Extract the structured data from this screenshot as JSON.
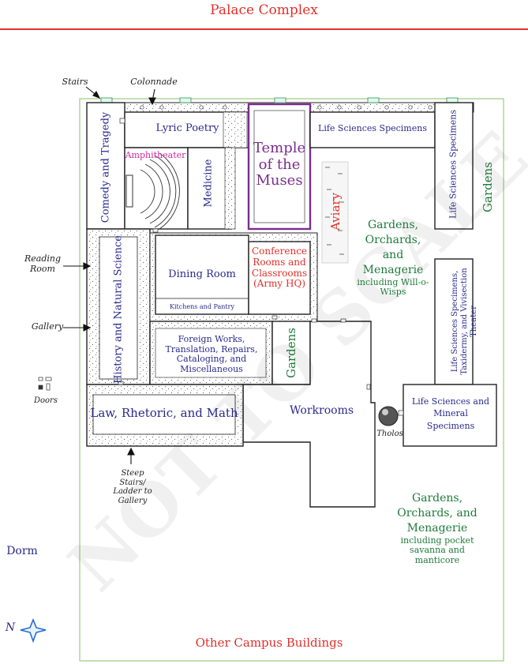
{
  "title": "Palace Complex",
  "watermark": "NOT TO SCALE",
  "compass_label": "N",
  "colors": {
    "blue": "#2a2a8c",
    "green": "#1e7a3a",
    "red": "#e0302a",
    "purple": "#7a2e8c",
    "magenta": "#d02aa0",
    "border": "#9ccc7a"
  },
  "labels": {
    "stairs": "Stairs",
    "colonnade": "Colonnade",
    "reading_room": "Reading Room",
    "gallery": "Gallery",
    "doors": "Doors",
    "steep_stairs": "Steep Stairs/ Ladder to Gallery",
    "tholos": "Tholos"
  },
  "rooms": {
    "comedy": "Comedy and Tragedy",
    "lyric": "Lyric Poetry",
    "amphitheater": "Amphitheater",
    "medicine": "Medicine",
    "temple": "Temple of the Muses",
    "life_specimens_top": "Life Sciences Specimens",
    "life_specimens_right": "Life Sciences Specimens",
    "gardens_top_right": "Gardens",
    "aviary": "Aviary",
    "history": "History and Natural Science",
    "dining": "Dining Room",
    "kitchens": "Kitchens and Pantry",
    "conference": "Conference Rooms and Classrooms (Army HQ)",
    "foreign": "Foreign Works, Translation, Repairs, Cataloging, and Miscellaneous",
    "gardens_mid": "Gardens",
    "law": "Law, Rhetoric, and Math",
    "workrooms": "Workrooms",
    "taxidermy": "Life Sciences Specimens, Taxidermy, and Vivisection Theater",
    "mineral": "Life Sciences and Mineral Specimens"
  },
  "gardens_orchards_1": {
    "title": "Gardens, Orchards, and Menagerie",
    "sub": "including Will-o-Wisps"
  },
  "gardens_orchards_2": {
    "title": "Gardens, Orchards, and Menagerie",
    "sub": "including pocket savanna and manticore"
  },
  "dorm": "Dorm",
  "other_buildings": "Other Campus Buildings"
}
